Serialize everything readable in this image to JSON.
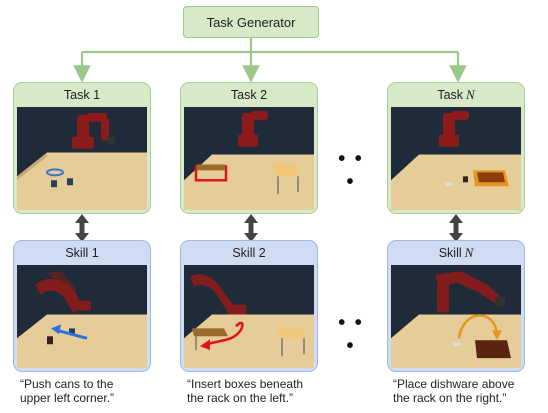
{
  "generator": {
    "label": "Task Generator"
  },
  "tasks": [
    {
      "label": "Task 1"
    },
    {
      "label": "Task 2"
    },
    {
      "label": "Task",
      "suffix": "N"
    }
  ],
  "skills": [
    {
      "label": "Skill 1",
      "caption_line1": "“Push cans to the",
      "caption_line2": "upper left corner.”"
    },
    {
      "label": "Skill 2",
      "caption_line1": "“Insert boxes beneath",
      "caption_line2": "the rack on the left.”"
    },
    {
      "label": "Skill",
      "suffix": "N",
      "caption_line1": "“Place dishware above",
      "caption_line2": "the rack on the right.”"
    }
  ],
  "ellipsis": "• • •",
  "colors": {
    "task_fill": "#d7e9c9",
    "skill_fill": "#cfdcf3",
    "arrow_green": "#9cc98a",
    "robot_red": "#8e1b1b"
  }
}
